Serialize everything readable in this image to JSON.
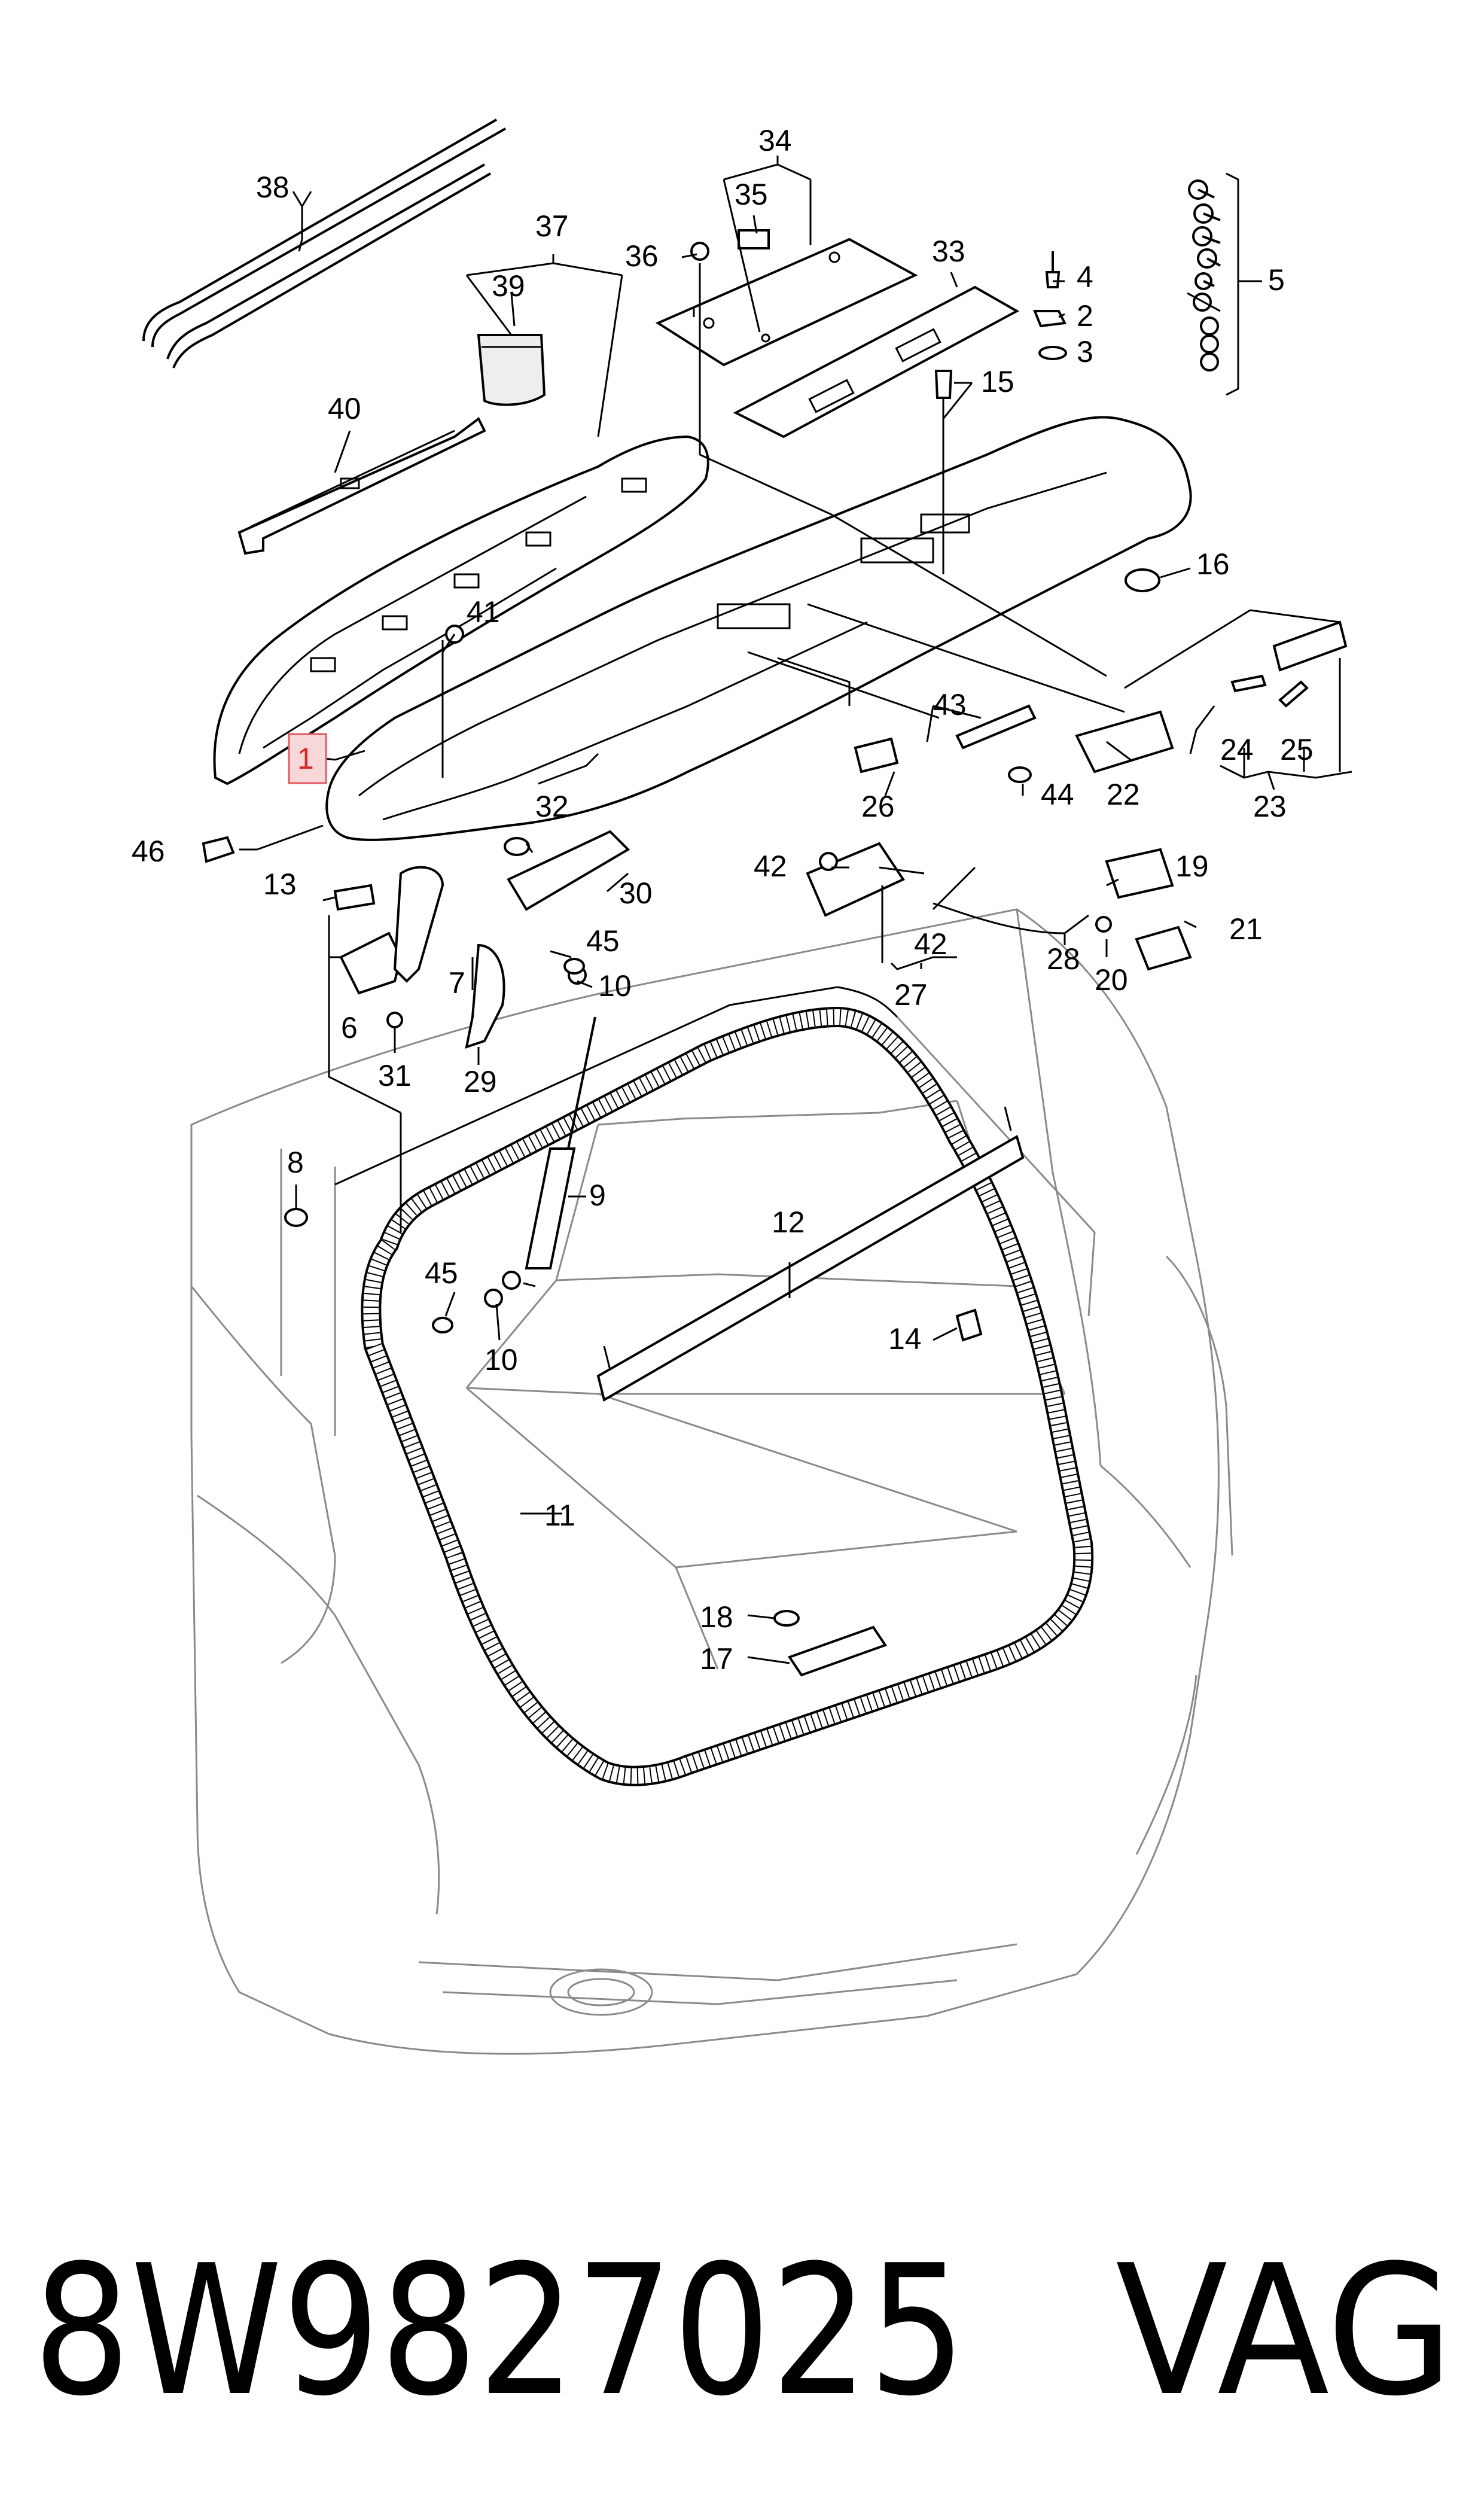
{
  "callouts": {
    "c1": "1",
    "c2": "2",
    "c3": "3",
    "c4": "4",
    "c5": "5",
    "c6": "6",
    "c7": "7",
    "c8": "8",
    "c9": "9",
    "c10a": "10",
    "c10b": "10",
    "c11": "11",
    "c12": "12",
    "c13": "13",
    "c14": "14",
    "c15": "15",
    "c16": "16",
    "c17": "17",
    "c18": "18",
    "c19": "19",
    "c20": "20",
    "c21": "21",
    "c22": "22",
    "c23": "23",
    "c24": "24",
    "c25": "25",
    "c26": "26",
    "c27": "27",
    "c28": "28",
    "c29": "29",
    "c30": "30",
    "c31": "31",
    "c32": "32",
    "c33": "33",
    "c34": "34",
    "c35": "35",
    "c36": "36",
    "c37": "37",
    "c38": "38",
    "c39": "39",
    "c40": "40",
    "c41": "41",
    "c42a": "42",
    "c42b": "42",
    "c43": "43",
    "c44": "44",
    "c45a": "45",
    "c45b": "45",
    "c46": "46"
  },
  "highlighted_callout": "1",
  "highlight_color": "#e05a62",
  "footer": {
    "part_number": "8W9827025",
    "brand": "VAG"
  }
}
